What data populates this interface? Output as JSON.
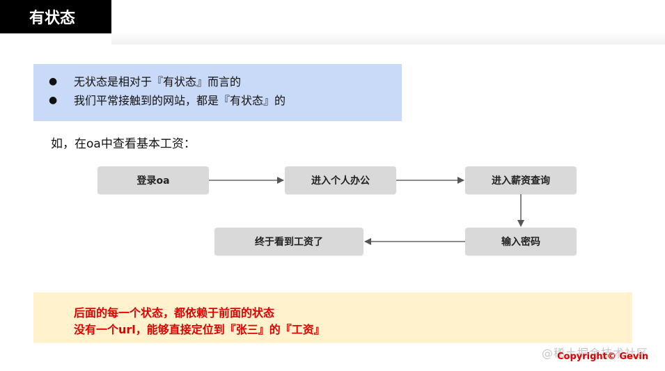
{
  "title": "有状态",
  "info": {
    "items": [
      "无状态是相对于『有状态』而言的",
      "我们平常接触到的网站，都是『有状态』的"
    ],
    "bullet": "●"
  },
  "example_label": "如，在oa中查看基本工资：",
  "flow": {
    "steps": [
      "登录oa",
      "进入个人办公",
      "进入薪资查询",
      "输入密码",
      "终于看到工资了"
    ]
  },
  "note": {
    "line1": "后面的每一个状态，都依赖于前面的状态",
    "line2": "没有一个url，能够直接定位到『张三』的『工资』"
  },
  "watermark": "@稀土掘金技术社区",
  "copyright": "Copyright© Gevin"
}
